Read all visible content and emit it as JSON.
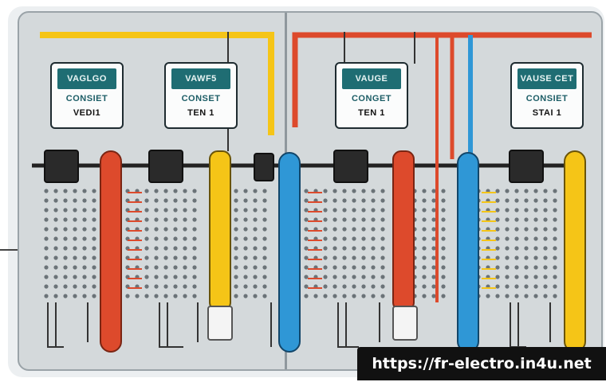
{
  "modules": [
    {
      "screen": "VAGLGO",
      "line1": "CONSIET",
      "line2": "VEDI1"
    },
    {
      "screen": "VAWF5",
      "line1": "CONSET",
      "line2": "TEN 1"
    },
    {
      "screen": "VAUGE",
      "line1": "CONGET",
      "line2": "TEN 1"
    },
    {
      "screen": "VAUSE CET",
      "line1": "CONSIET",
      "line2": "STAI 1"
    }
  ],
  "watermark": "https://fr-electro.in4u.net",
  "colors": {
    "board": "#d4d9db",
    "screen": "#1f6d73",
    "wire_red": "#dd4a2c",
    "wire_yellow": "#f5c517",
    "wire_blue": "#2f97d6",
    "dot": "#6b7378"
  }
}
